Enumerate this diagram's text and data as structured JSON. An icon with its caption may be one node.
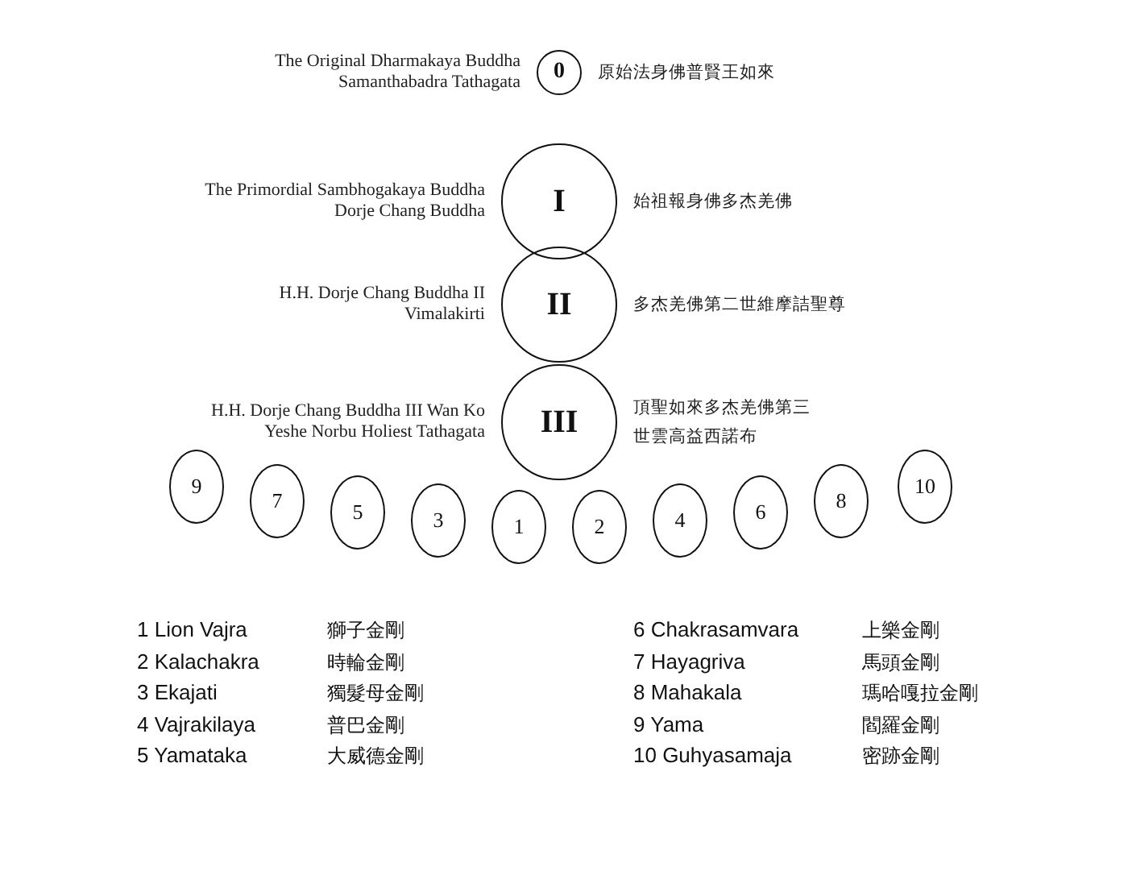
{
  "diagram": {
    "nodes": [
      {
        "text": [
          "0"
        ],
        "beside": [
          "The Original Dharmakaya Buddha Samanthabadra Tathagata",
          "原始法身佛普賢王如來"
        ]
      },
      {
        "text": [
          "I"
        ],
        "beside": [
          "The Primordial Sambhogakaya Buddha Dorje Chang Buddha",
          "始祖報身佛多杰羌佛"
        ]
      },
      {
        "text": [
          "II"
        ],
        "beside": [
          "H.H. Dorje Chang Buddha II Vimalakirti",
          "多杰羌佛第二世維摩詰聖尊"
        ]
      },
      {
        "text": [
          "III"
        ],
        "beside": [
          "H.H. Dorje Chang Buddha III Wan Ko Yeshe Norbu Holiest Tathagata",
          "頂聖如來多杰羌佛第三世雲高益西諾布"
        ]
      },
      {
        "text": [
          "9"
        ]
      },
      {
        "text": [
          "7"
        ]
      },
      {
        "text": [
          "5"
        ]
      },
      {
        "text": [
          "3"
        ]
      },
      {
        "text": [
          "1"
        ]
      },
      {
        "text": [
          "2"
        ]
      },
      {
        "text": [
          "4"
        ]
      },
      {
        "text": [
          "6"
        ]
      },
      {
        "text": [
          "8"
        ]
      },
      {
        "text": [
          "10"
        ]
      }
    ],
    "labels": [
      "1 Lion Vajra",
      "獅子金剛",
      "6 Chakrasamvara",
      "上樂金剛",
      "2 Kalachakra",
      "時輪金剛",
      "7 Hayagriva",
      "馬頭金剛",
      "3 Ekajati",
      "獨髮母金剛",
      "8 Mahakala",
      "瑪哈嘎拉金剛",
      "4 Vajrakilaya",
      "普巴金剛",
      "9 Yama",
      "閻羅金剛",
      "5 Yamataka",
      "大威德金剛",
      "10 Guhyasamaja",
      "密跡金剛"
    ]
  }
}
